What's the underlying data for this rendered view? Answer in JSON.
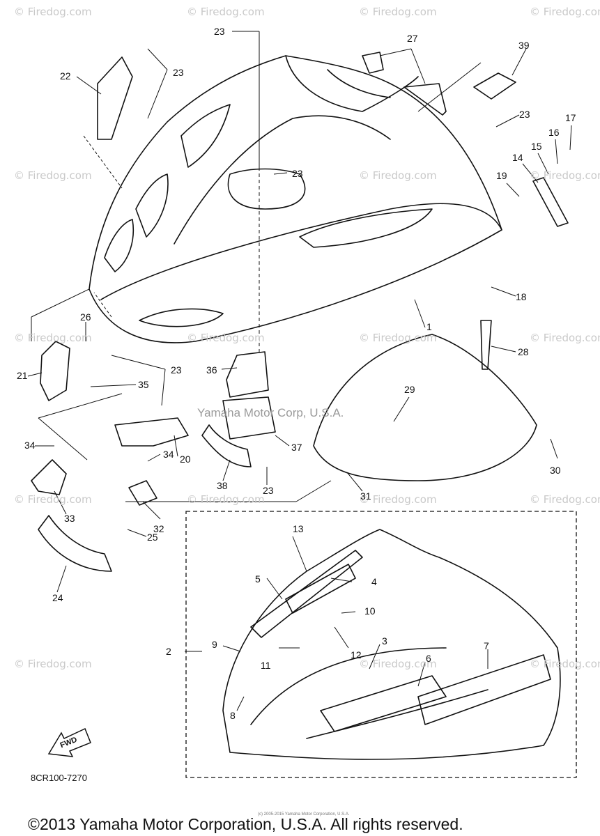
{
  "watermark": "© Firedog.com",
  "center_watermark": "Yamaha Motor Corp, U.S.A.",
  "diagram_code": "8CR100-7270",
  "fwd_label": "FWD",
  "small_copyright": "(c) 2005-2015 Yamaha Motor Corporation, U.S.A.",
  "copyright": "©2013 Yamaha Motor Corporation, U.S.A. All rights reserved.",
  "part_labels": [
    "1",
    "2",
    "3",
    "4",
    "5",
    "6",
    "7",
    "8",
    "9",
    "10",
    "11",
    "12",
    "13",
    "14",
    "15",
    "16",
    "17",
    "18",
    "19",
    "20",
    "21",
    "22",
    "23",
    "23",
    "23",
    "23",
    "23",
    "23",
    "23",
    "24",
    "25",
    "26",
    "27",
    "28",
    "29",
    "30",
    "31",
    "32",
    "33",
    "34",
    "34",
    "35",
    "36",
    "37",
    "38",
    "39"
  ]
}
